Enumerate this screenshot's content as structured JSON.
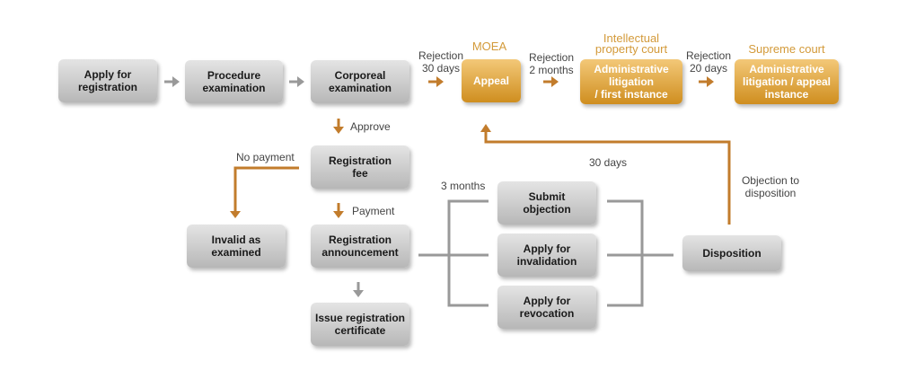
{
  "colors": {
    "accent": "#c27c2c",
    "connector_gray": "#999999",
    "box_gray": "#c9c9c9",
    "gold_box": "#dba13c"
  },
  "nodes": {
    "apply_registration": "Apply for\nregistration",
    "procedure_exam": "Procedure\nexamination",
    "corporeal_exam": "Corporeal\nexamination",
    "appeal": "Appeal",
    "admin_first": "Administrative\nlitigation\n/ first instance",
    "admin_appeal": "Administrative\nlitigation / appeal\ninstance",
    "registration_fee": "Registration\nfee",
    "invalid_examined": "Invalid as\nexamined",
    "registration_announcement": "Registration\nannouncement",
    "issue_certificate": "Issue registration\ncertificate",
    "submit_objection": "Submit\nobjection",
    "apply_invalidation": "Apply for\ninvalidation",
    "apply_revocation": "Apply for\nrevocation",
    "disposition": "Disposition"
  },
  "labels": {
    "rejection_30": "Rejection\n30 days",
    "rejection_2m": "Rejection\n2 months",
    "rejection_20": "Rejection\n20 days",
    "moea": "MOEA",
    "ip_court": "Intellectual\nproperty court",
    "supreme_court": "Supreme court",
    "approve": "Approve",
    "payment": "Payment",
    "no_payment": "No payment",
    "three_months": "3 months",
    "thirty_days": "30 days",
    "objection_disposition": "Objection to\ndisposition"
  }
}
